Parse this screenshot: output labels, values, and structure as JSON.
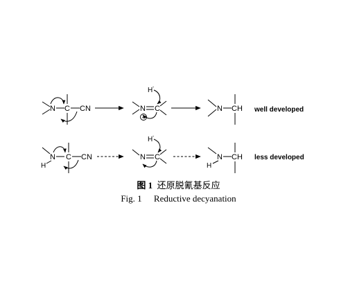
{
  "figure": {
    "caption_cn_label": "图 1",
    "caption_cn_text": "还原脱氰基反应",
    "caption_en_label": "Fig. 1",
    "caption_en_text": "Reductive decyanation"
  },
  "rows": [
    {
      "status": "well developed",
      "reactant_atoms": {
        "n": "N",
        "c": "C",
        "cn": "CN"
      },
      "intermediate_atoms": {
        "h": "H",
        "minus": "-",
        "n": "N",
        "c": "C",
        "plus": "+"
      },
      "product_atoms": {
        "n": "N",
        "ch": "CH"
      },
      "arrow_style": "solid"
    },
    {
      "status": "less developed",
      "reactant_atoms": {
        "h": "H",
        "n": "N",
        "c": "C",
        "cn": "CN"
      },
      "intermediate_atoms": {
        "h": "H",
        "minus": "-",
        "n": "N",
        "c": "C"
      },
      "product_atoms": {
        "h": "H",
        "n": "N",
        "ch": "CH"
      },
      "arrow_style": "dashed"
    }
  ]
}
